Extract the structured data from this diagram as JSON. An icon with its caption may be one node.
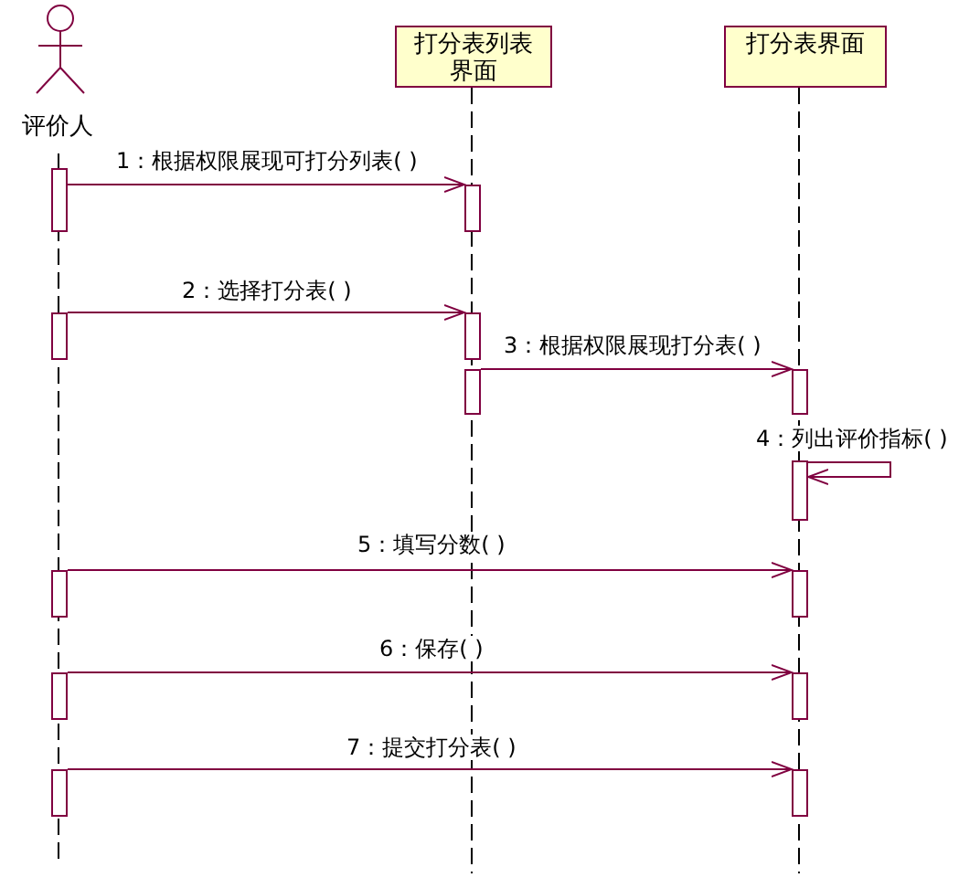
{
  "diagram": {
    "nodes": [
      {
        "text": [
          "评价人"
        ]
      },
      {
        "text": [
          "打分表列表界面"
        ]
      },
      {
        "text": [
          "打分表界面"
        ]
      },
      {
        "text": [],
        "shape": "bar"
      },
      {
        "text": [],
        "shape": "bar"
      },
      {
        "text": [],
        "shape": "bar"
      },
      {
        "text": [],
        "shape": "bar"
      },
      {
        "text": [],
        "shape": "bar"
      },
      {
        "text": [],
        "shape": "bar"
      },
      {
        "text": [],
        "shape": "bar"
      },
      {
        "text": [],
        "shape": "bar"
      },
      {
        "text": [],
        "shape": "bar"
      },
      {
        "text": [],
        "shape": "bar"
      },
      {
        "text": [],
        "shape": "bar"
      },
      {
        "text": [],
        "shape": "bar"
      },
      {
        "text": [],
        "shape": "bar"
      }
    ],
    "edges": [
      {
        "from": 3,
        "to": 4,
        "arrow": "to",
        "label": "1：根据权限展现可打分列表( )"
      },
      {
        "from": 5,
        "to": 6,
        "arrow": "to",
        "label": "2：选择打分表( )"
      },
      {
        "from": 7,
        "to": 8,
        "arrow": "to",
        "label": "3：根据权限展现打分表( )"
      },
      {
        "from": 9,
        "to": 9,
        "arrow": "to",
        "label": "4：列出评价指标( )"
      },
      {
        "from": 10,
        "to": 11,
        "arrow": "to",
        "label": "5：填写分数( )"
      },
      {
        "from": 12,
        "to": 13,
        "arrow": "to",
        "label": "6：保存( )"
      },
      {
        "from": 14,
        "to": 15,
        "arrow": "to",
        "label": "7：提交打分表( )"
      }
    ]
  }
}
